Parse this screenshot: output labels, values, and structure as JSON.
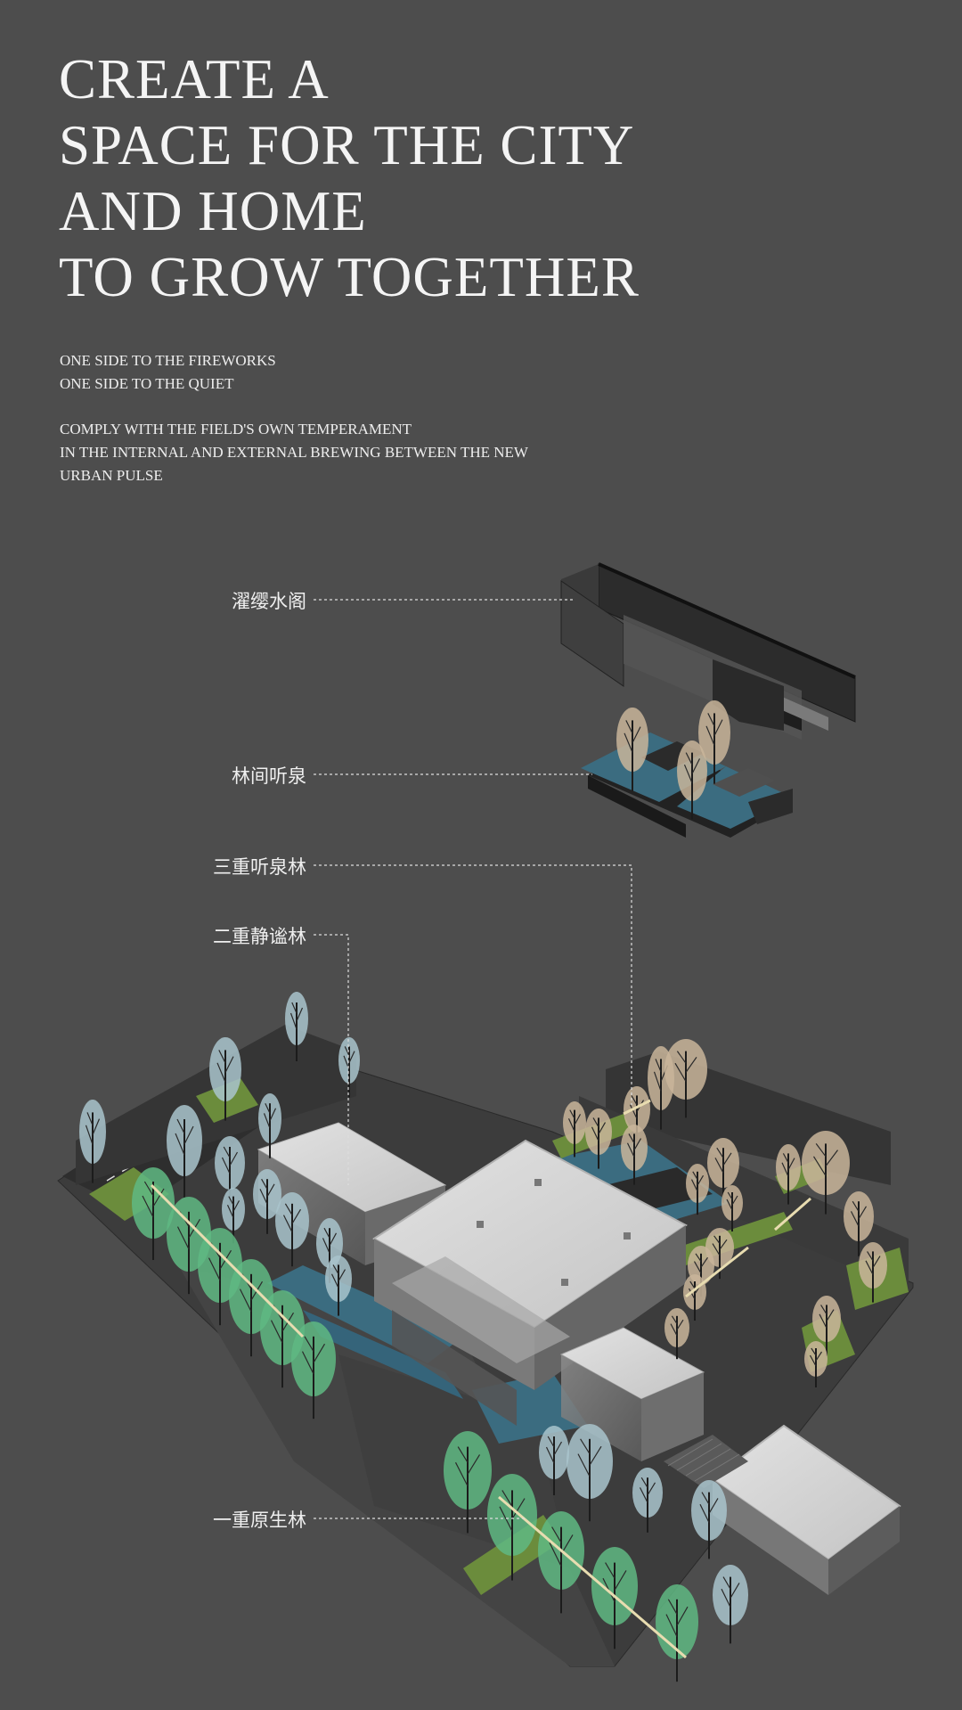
{
  "title": {
    "line1": "CREATE A",
    "line2": "SPACE FOR THE CITY",
    "line3": "AND HOME",
    "line4": "TO GROW TOGETHER"
  },
  "intro": {
    "line1": "ONE SIDE TO THE FIREWORKS",
    "line2": "ONE SIDE TO THE QUIET"
  },
  "description": {
    "line1": "COMPLY WITH THE FIELD'S OWN TEMPERAMENT",
    "line2": "IN THE INTERNAL AND EXTERNAL BREWING BETWEEN THE NEW",
    "line3": "URBAN PULSE"
  },
  "labels": {
    "water_pavilion": "濯缨水阁",
    "forest_spring": "林间听泉",
    "third_forest": "三重听泉林",
    "second_forest": "二重静谧林",
    "first_forest": "一重原生林"
  },
  "colors": {
    "background": "#4d4d4d",
    "text": "#f2f2f2",
    "green_tree": "#5fb883",
    "tan_tree": "#c9b59a",
    "blue_tree": "#a9c4cc",
    "water": "#3b6c80",
    "roof": "#d6d6d6"
  }
}
